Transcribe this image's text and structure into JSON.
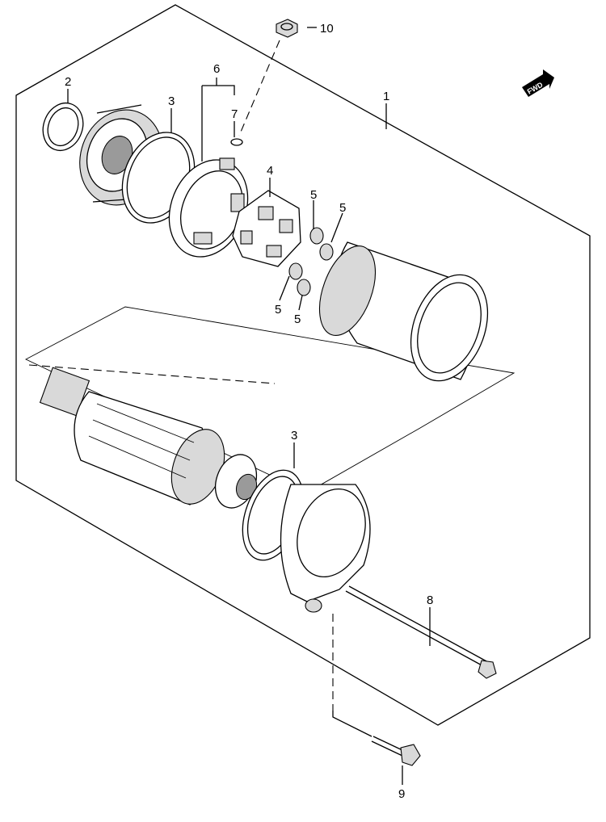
{
  "diagram": {
    "fwd_label": "FWD",
    "callouts": [
      {
        "id": "c1",
        "text": "1"
      },
      {
        "id": "c2",
        "text": "2"
      },
      {
        "id": "c3a",
        "text": "3"
      },
      {
        "id": "c3b",
        "text": "3"
      },
      {
        "id": "c4",
        "text": "4"
      },
      {
        "id": "c5a",
        "text": "5"
      },
      {
        "id": "c5b",
        "text": "5"
      },
      {
        "id": "c5c",
        "text": "5"
      },
      {
        "id": "c5d",
        "text": "5"
      },
      {
        "id": "c6",
        "text": "6"
      },
      {
        "id": "c7",
        "text": "7"
      },
      {
        "id": "c8",
        "text": "8"
      },
      {
        "id": "c9",
        "text": "9"
      },
      {
        "id": "c10",
        "text": "10"
      }
    ]
  }
}
